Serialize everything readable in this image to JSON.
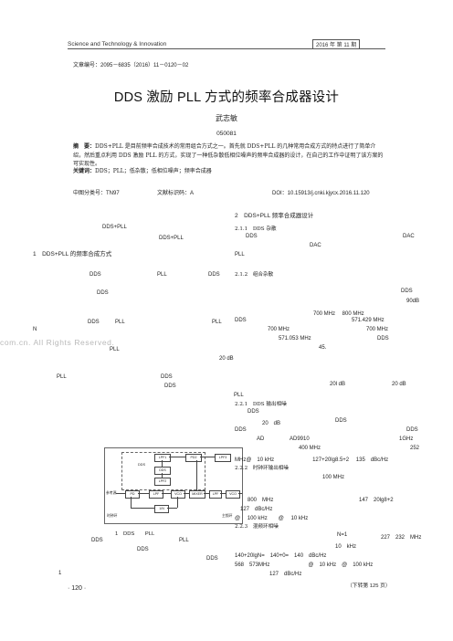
{
  "header": {
    "journal_en": "Science and Technology & Innovation",
    "issue": "2016 年 第 11 期"
  },
  "article_no": "文章编号：2095－6835（2016）11－0120－02",
  "title": "DDS 激励 PLL 方式的频率合成器设计",
  "author": "武志敏",
  "affiliation": "050081",
  "abstract": {
    "label": "摘　要：",
    "text": "DDS+PLL 是目前频率合成技术的常用组合方式之一。首先就 DDS+PLL 的几种常用合成方式的特点进行了简单介绍，然后重点利用 DDS 激励 PLL 的方式，实现了一种低杂散低相位噪声的频率合成器的设计，在自己的工作中证明了该方案的可实现性。"
  },
  "keywords": {
    "label": "关键词：",
    "text": "DDS；PLL；低杂散；低相位噪声；频率合成器"
  },
  "classification": {
    "clc": "中图分类号：TN97",
    "code": "文献标识码：A",
    "doi": "DOI：10.15913/j.cnki.kjycx.2016.11.120"
  },
  "left_column": {
    "intro_1": "DDS+PLL",
    "intro_2": "DDS+PLL",
    "section_1": "1　DDS+PLL 的频率合成方式",
    "p1_a": "DDS",
    "p1_b": "PLL",
    "p1_c": "DDS",
    "p2_a": "DDS",
    "p3_a": "DDS",
    "p3_b": "PLL",
    "p3_c": "PLL",
    "p3_n": "N",
    "p4_pll": "PLL",
    "p4_db": "20 dB",
    "p5_pll": "PLL",
    "p5_dds": "DDS",
    "p5_dds2": "DDS",
    "p5_pll2": "PLL",
    "p6_dds": "DDS",
    "p6_pll": "PLL",
    "p6_dds2": "DDS",
    "p6_dds3": "DDS",
    "p6_fig": "1"
  },
  "watermark": "com.cn. All Rights Reserved.",
  "figure": {
    "caption": "1　DDS　　PLL",
    "blocks": {
      "lpf1": "LPF1",
      "pd2": "PD2",
      "lpf3": "LPF3",
      "dds": "DDS",
      "lpf2": "LPF2",
      "pd": "PD",
      "lpf": "LPF",
      "vco": "VCO",
      "mixer": "MIXER",
      "lpf_b": "LPF",
      "vco2": "VCO",
      "div": "1/N",
      "ref": "参考源",
      "clock": "时钟环",
      "main": "主频环",
      "fout": "fout"
    }
  },
  "right_column": {
    "section_2": "2　DDS+PLL 频率合成器设计",
    "s211": "2.1.1　DDS 杂散",
    "r1_dds": "DDS",
    "r1_dac": "DAC",
    "r2_dac": "DAC",
    "r3_pll": "PLL",
    "s212": "2.1.2　组合杂散",
    "r4_dds": "DDS",
    "r5_90": "90dB",
    "r6_a": "700 MHz　 800 MHz",
    "r7_dds": "DDS",
    "r7_b": "571.429 MHz",
    "r8_a": "700 MHz",
    "r8_b": "700 MHz",
    "r9_a": "571.053 MHz",
    "r9_dds": "DDS",
    "r10": "45.",
    "r11_a": "20l dB",
    "r11_b": "20 dB",
    "s221": "2.2.1　DDS 输出相噪",
    "r12_dds": "DDS",
    "r13_a": "20　dB",
    "r13_dds": "DDS",
    "r14_dds": "DDS",
    "r14_dds2": "DDS",
    "r15_ad": "AD",
    "r15_chip": "AD9910",
    "r15_1g": "1GHz",
    "r16_a": "400 MHz",
    "r16_b": "252",
    "r17": "MHz@　10 kHz　　　　　　　127+20lg8.5+2　 135　dBc/Hz",
    "s222": "2.2.2　时钟环输出相噪",
    "r18": "100 MHz",
    "r19_a": "800　MHz",
    "r19_b": "147　20lg8+2",
    "r20": "127　dBc/Hz",
    "r21": "@　 100 kHz　　@　 10 kHz",
    "s223": "2.2.3　混频环相噪",
    "r22_a": "N=1",
    "r22_b": "227　232　MHz",
    "r23": "10　kHz",
    "r24": "140+20lgN=　140+0=　140　dBc/Hz",
    "r25": "568　573MHz　　　　　　　@　10 kHz　@　100 kHz",
    "r26": "127　dBc/Hz",
    "continued": "（下转第 125 页）"
  },
  "page_no": "· 120 ·"
}
